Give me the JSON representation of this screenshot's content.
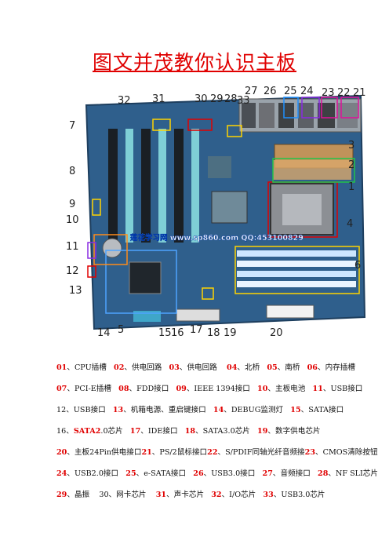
{
  "title": "图文并茂教你认识主板",
  "watermark": "莲花学习网 www.sp860.com QQ:453100829",
  "callouts": [
    "1",
    "2",
    "3",
    "4",
    "5",
    "6",
    "7",
    "8",
    "9",
    "10",
    "11",
    "12",
    "13",
    "14",
    "15",
    "16",
    "17",
    "18",
    "19",
    "20",
    "21",
    "22",
    "23",
    "24",
    "25",
    "26",
    "27",
    "28",
    "29",
    "30",
    "31",
    "32",
    "33"
  ],
  "legend": {
    "row1": [
      {
        "n": "01",
        "t": "、CPU插槽"
      },
      {
        "n": "02",
        "t": "、供电回路"
      },
      {
        "n": "03",
        "t": "、供电回路"
      },
      {
        "n": "04",
        "t": "、北桥"
      },
      {
        "n": "05",
        "t": "、南桥"
      },
      {
        "n": "06",
        "t": "、内存插槽"
      }
    ],
    "row2": [
      {
        "n": "07",
        "t": "、PCI-E插槽"
      },
      {
        "n": "08",
        "t": "、FDD接口"
      },
      {
        "n": "09",
        "t": "、IEEE 1394接口"
      },
      {
        "n": "10",
        "t": "、主板电池"
      },
      {
        "n": "11",
        "t": "、USB接口"
      }
    ],
    "row3": [
      {
        "p": "12、USB接口"
      },
      {
        "n": "13",
        "t": "、机箱电源、重启键接口"
      },
      {
        "n": "14",
        "t": "、DEBUG监测灯"
      },
      {
        "n": "15",
        "t": "、SATA接口"
      }
    ],
    "row4": [
      {
        "p": "16、"
      },
      {
        "hl": "SATA2"
      },
      {
        "p": ".0芯片"
      },
      {
        "n": "17",
        "t": "、IDE接口"
      },
      {
        "n": "18",
        "t": "、SATA3.0芯片"
      },
      {
        "n": "19",
        "t": "、数字供电芯片"
      }
    ],
    "row5": [
      {
        "n": "20",
        "t": "、主板24Pin供电接口"
      },
      {
        "n": "21",
        "t": "、PS/2鼠标接口"
      },
      {
        "n": "22",
        "t": "、S/PDIF同轴光纤音频接"
      },
      {
        "n": "23",
        "t": "、CMOS清除按钮"
      }
    ],
    "row6": [
      {
        "n": "24",
        "t": "、USB2.0接口"
      },
      {
        "n": "25",
        "t": "、e-SATA接口"
      },
      {
        "n": "26",
        "t": "、USB3.0接口"
      },
      {
        "n": "27",
        "t": "、音频接口"
      },
      {
        "n": "28",
        "t": "、NF SLI芯片"
      }
    ],
    "row7": [
      {
        "n": "29",
        "t": "、晶振"
      },
      {
        "p": "30、网卡芯片"
      },
      {
        "n": "31",
        "t": "、声卡芯片"
      },
      {
        "n": "32",
        "t": "、I/O芯片"
      },
      {
        "n": "33",
        "t": "、USB3.0芯片"
      }
    ]
  }
}
